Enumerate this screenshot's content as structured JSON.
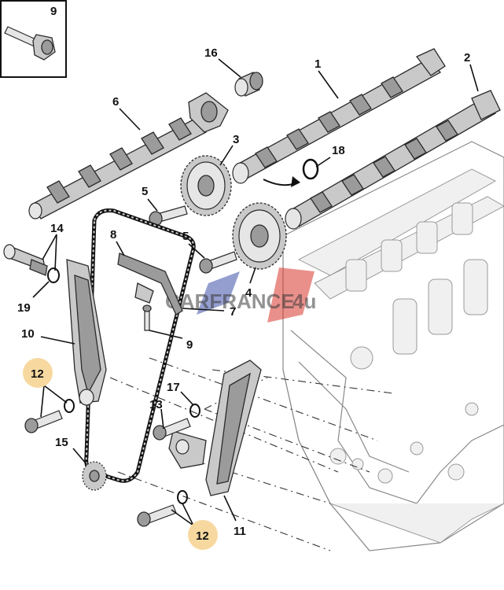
{
  "labels": {
    "l1": "1",
    "l2": "2",
    "l3": "3",
    "l4": "4",
    "l5a": "5",
    "l5b": "5",
    "l6": "6",
    "l7": "7",
    "l8": "8",
    "l9inset": "9",
    "l9": "9",
    "l10": "10",
    "l11": "11",
    "l12a": "12",
    "l12b": "12",
    "l13": "13",
    "l14": "14",
    "l15": "15",
    "l16": "16",
    "l17": "17",
    "l18": "18",
    "l19": "19"
  },
  "watermark": {
    "text": "CARFRANCE",
    "suffix": "4u"
  },
  "colors": {
    "highlight": "#f7d9a0",
    "watermark_red": "#d9342b",
    "watermark_blue": "#3d4fa8",
    "line": "#111111"
  }
}
